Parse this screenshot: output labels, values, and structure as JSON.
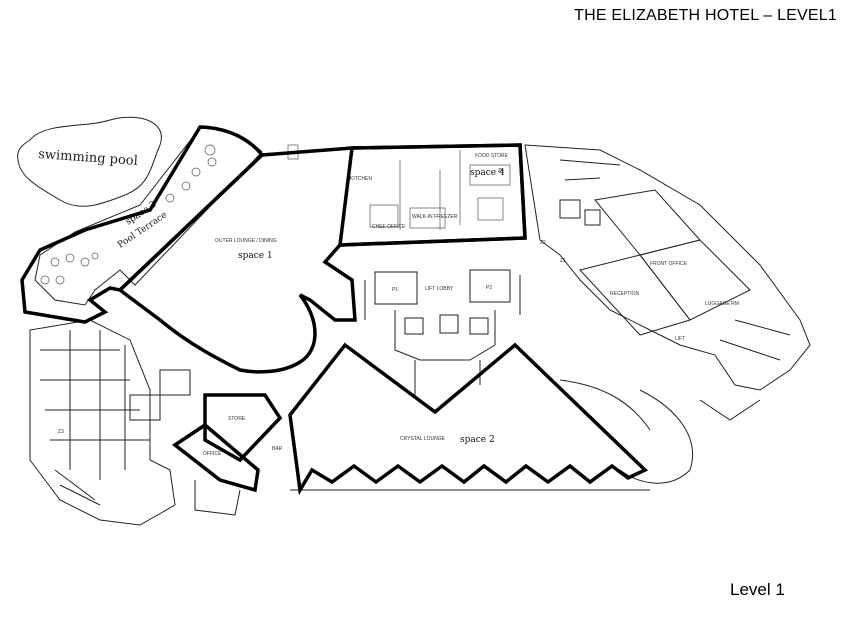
{
  "header": {
    "title": "THE ELIZABETH HOTEL – LEVEL1"
  },
  "footer": {
    "level_label": "Level 1"
  },
  "plan": {
    "pool_label": "swimming pool",
    "terrace_label": "Pool Terrace",
    "space_tags": {
      "space1": "space 1",
      "space2": "space 2",
      "space3": "space 3",
      "space4": "space 4"
    },
    "room_labels": {
      "outer_lounge": "OUTER LOUNGE / DINING",
      "crystal_lounge": "CRYSTAL LOUNGE",
      "food_store": "FOOD STORE",
      "p1": "P1",
      "p2": "P2",
      "lift_lobby": "LIFT LOBBY",
      "front_office": "FRONT OFFICE",
      "reception": "RECEPTION",
      "luggage": "LUGGAGE RM",
      "lift": "LIFT",
      "store": "STORE",
      "kitchen": "KITCHEN",
      "office": "OFFICE",
      "bar": "BAR",
      "walk_in": "WALK-IN FREEZER",
      "chef": "CHEF OFFICE"
    },
    "zone_markers": {
      "z2": "Z2",
      "z1": "Z1",
      "z4": "Z4",
      "z3": "Z3"
    }
  }
}
